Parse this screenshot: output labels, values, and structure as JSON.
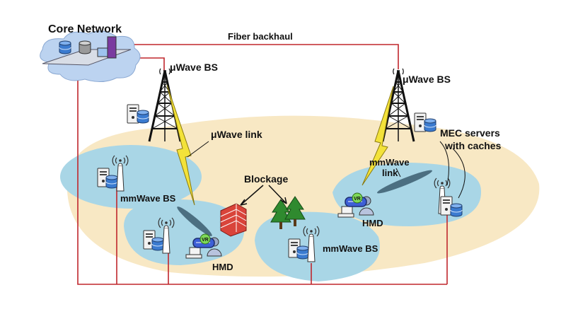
{
  "labels": {
    "core_network": "Core Network",
    "fiber_backhaul": "Fiber backhaul",
    "uwave_bs_left": "μWave BS",
    "uwave_bs_right": "μWave BS",
    "uwave_link": "μWave link",
    "mec_line1": "MEC servers",
    "mec_line2": "with caches",
    "mmwave_link_line1": "mmWave",
    "mmwave_link_line2": "link",
    "blockage": "Blockage",
    "mmwave_bs_left": "mmWave BS",
    "mmwave_bs_center": "mmWave BS",
    "hmd_left": "HMD",
    "hmd_right": "HMD",
    "vr_badge": "VR"
  },
  "colors": {
    "macro_area": "#f8e8c4",
    "small_cell": "#a9d6e6",
    "fiber": "#c0262c",
    "lightning": "#f3e23a",
    "cloud": "#bcd3f0",
    "mmwave_beam": "#3c5d6e",
    "brick": "#d9443a",
    "tree": "#2f8a2f",
    "headset": "#3d5fd6",
    "vr_badge": "#7ed957"
  },
  "icons": [
    "cloud-icon",
    "database-icon",
    "server-icon",
    "tower-icon",
    "antenna-icon",
    "brick-wall-icon",
    "tree-icon",
    "headset-icon",
    "user-icon",
    "laptop-icon"
  ]
}
